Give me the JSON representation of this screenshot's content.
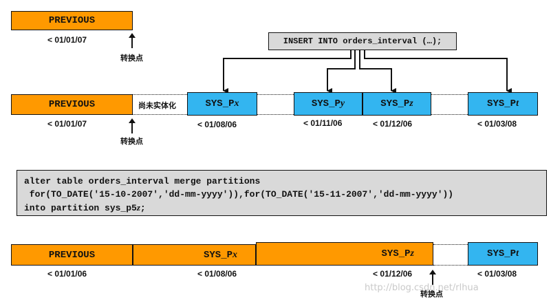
{
  "row1": {
    "previous": "PREVIOUS",
    "date": "< 01/01/07",
    "conversion_point": "转换点"
  },
  "insert_stmt": "INSERT INTO orders_interval (…);",
  "row2": {
    "previous": "PREVIOUS",
    "date_prev": "< 01/01/07",
    "conversion_point": "转换点",
    "not_materialized": "尚未实体化",
    "partitions": [
      {
        "name": "SYS_P",
        "suffix": "x",
        "date": "< 01/08/06"
      },
      {
        "name": "SYS_P",
        "suffix": "y",
        "date": "< 01/11/06"
      },
      {
        "name": "SYS_P",
        "suffix": "z",
        "date": "< 01/12/06"
      },
      {
        "name": "SYS_P",
        "suffix": "t",
        "date": "< 01/03/08"
      }
    ]
  },
  "merge_sql": {
    "line1": "alter table orders_interval merge partitions",
    "line2": " for(TO_DATE('15-10-2007','dd-mm-yyyy')),for(TO_DATE('15-11-2007','dd-mm-yyyy'))",
    "line3a": "into partition sys_p5",
    "line3b": "z",
    "line3c": ";"
  },
  "row3": {
    "previous": "PREVIOUS",
    "date_prev": "< 01/01/06",
    "px_name": "SYS_P",
    "px_suffix": "x",
    "px_date": "< 01/08/06",
    "pz_name": "SYS_P",
    "pz_suffix": "z",
    "pz_date": "< 01/12/06",
    "pt_name": "SYS_P",
    "pt_suffix": "t",
    "pt_date": "< 01/03/08",
    "conversion_point": "转换点"
  },
  "watermark": "http://blog.csdn.net/rlhua"
}
